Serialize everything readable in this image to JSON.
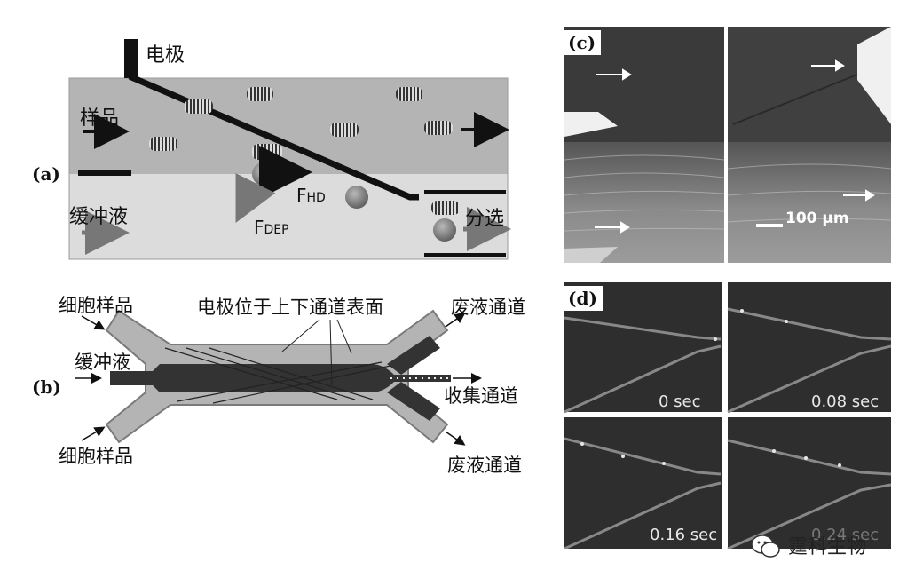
{
  "panel_labels": {
    "a": "(a)",
    "b": "(b)",
    "c": "(c)",
    "d": "(d)"
  },
  "panel_a": {
    "electrode": "电极",
    "sample": "样品",
    "buffer": "缓冲液",
    "sorted": "分选",
    "f_hd": {
      "main": "F",
      "sub": "HD"
    },
    "f_dep": {
      "main": "F",
      "sub": "DEP"
    }
  },
  "panel_b": {
    "cell_sample_top": "细胞样品",
    "cell_sample_bottom": "细胞样品",
    "electrode_note": "电极位于上下通道表面",
    "buffer": "缓冲液",
    "waste_top": "废液通道",
    "waste_bottom": "废液通道",
    "collect": "收集通道"
  },
  "panel_c": {
    "scale_bar": "100 µm"
  },
  "panel_d": {
    "t0": "0 sec",
    "t1": "0.08 sec",
    "t2": "0.16 sec",
    "t3": "0.24 sec"
  },
  "watermark": "霆科生物",
  "colors": {
    "channel_grey": "#b4b4b4",
    "buffer_grey": "#dcdcdc",
    "micro_dark": "#333333"
  }
}
